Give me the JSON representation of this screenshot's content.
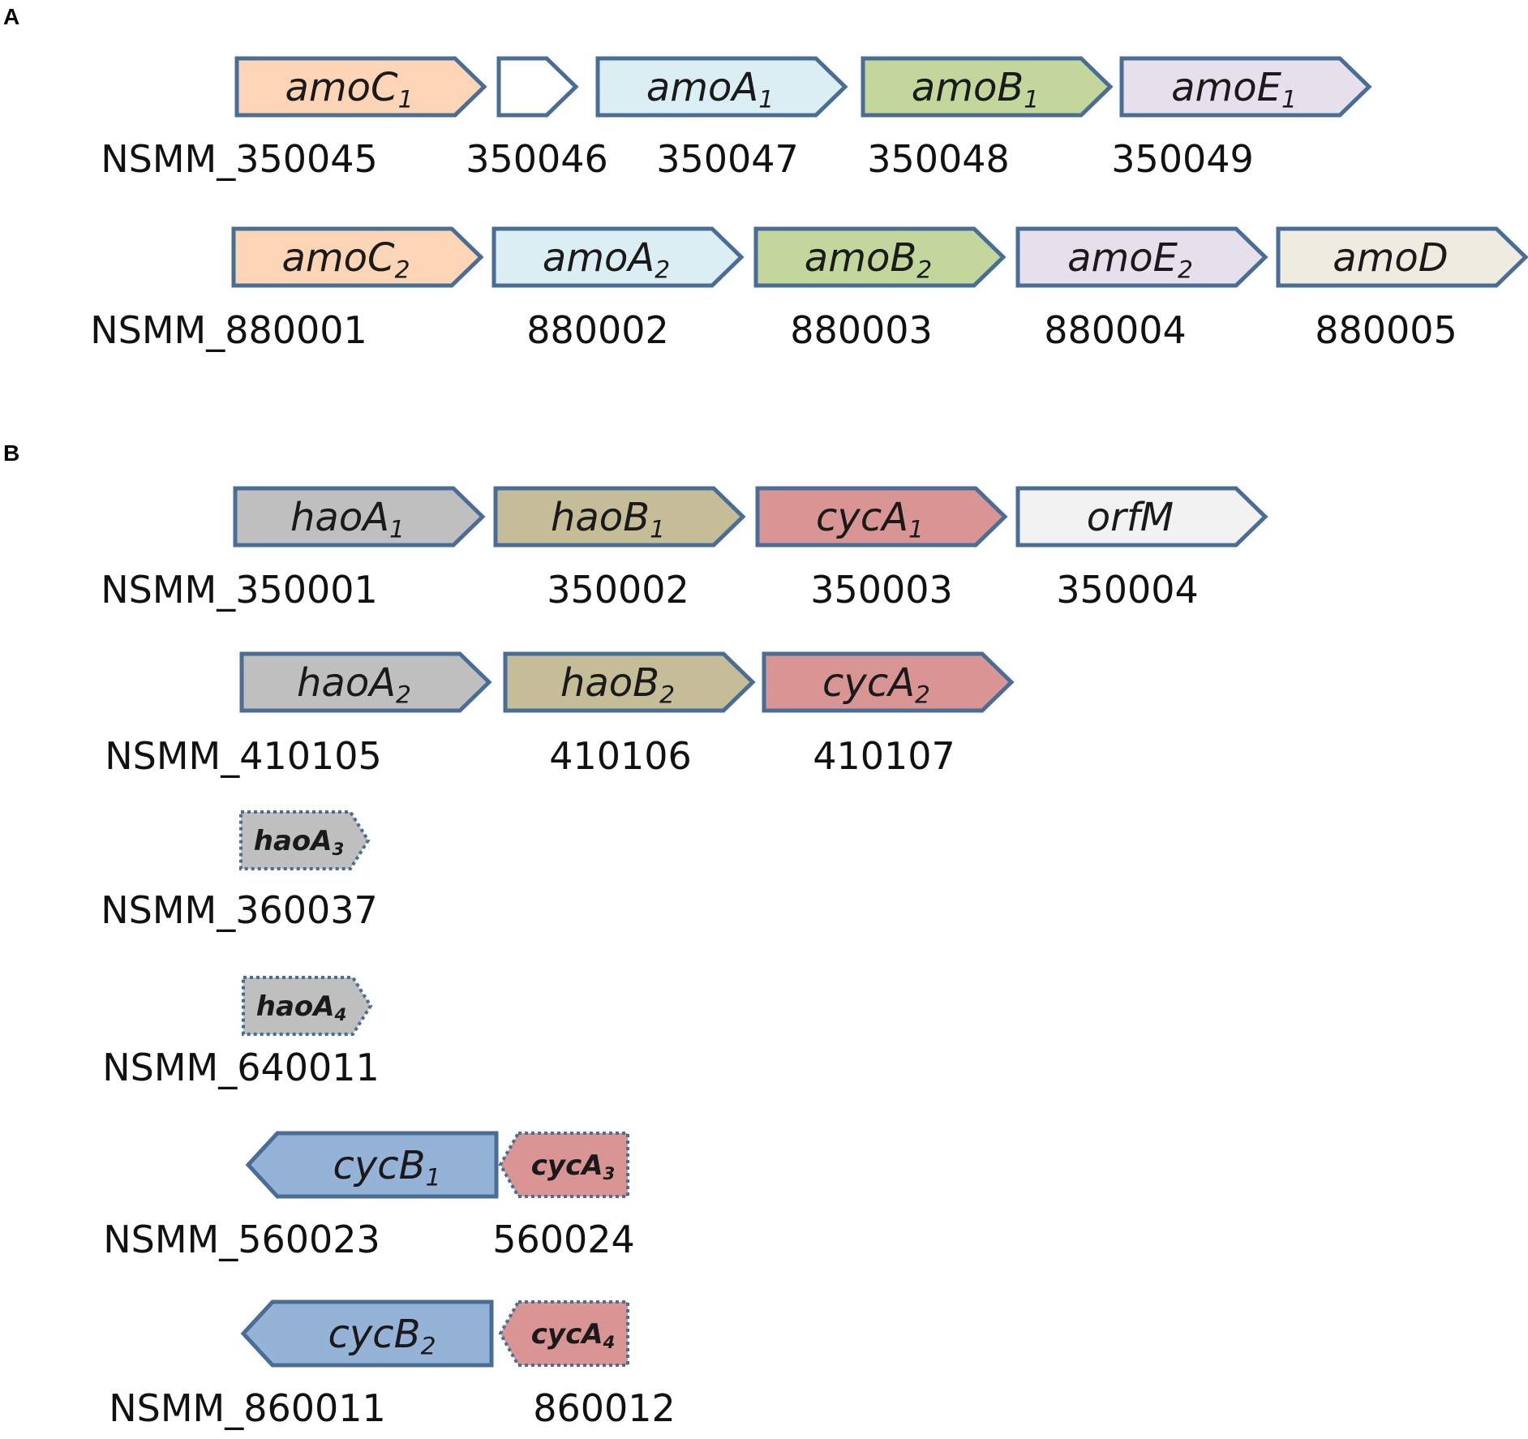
{
  "panels": [
    {
      "letter": "A",
      "rows": [
        {
          "genes": [
            {
              "name": "amoC",
              "sub": "1",
              "color": "#FBD5B5",
              "locus": "NSMM_350045"
            },
            {
              "name": "",
              "sub": "",
              "color": "#FFFFFF",
              "locus": "350046"
            },
            {
              "name": "amoA",
              "sub": "1",
              "color": "#DBEEF4",
              "locus": "350047"
            },
            {
              "name": "amoB",
              "sub": "1",
              "color": "#C3D69B",
              "locus": "350048"
            },
            {
              "name": "amoE",
              "sub": "1",
              "color": "#E5E0EC",
              "locus": "350049"
            }
          ]
        },
        {
          "genes": [
            {
              "name": "amoC",
              "sub": "2",
              "color": "#FBD5B5",
              "locus": "NSMM_880001"
            },
            {
              "name": "amoA",
              "sub": "2",
              "color": "#DBEEF4",
              "locus": "880002"
            },
            {
              "name": "amoB",
              "sub": "2",
              "color": "#C3D69B",
              "locus": "880003"
            },
            {
              "name": "amoE",
              "sub": "2",
              "color": "#E5E0EC",
              "locus": "880004"
            },
            {
              "name": "amoD",
              "sub": "",
              "color": "#EEECE1",
              "locus": "880005"
            }
          ]
        }
      ]
    },
    {
      "letter": "B",
      "rows": [
        {
          "genes": [
            {
              "name": "haoA",
              "sub": "1",
              "color": "#BFBFBF",
              "locus": "NSMM_350001"
            },
            {
              "name": "haoB",
              "sub": "1",
              "color": "#C4BD97",
              "locus": "350002"
            },
            {
              "name": "cycA",
              "sub": "1",
              "color": "#D99594",
              "locus": "350003"
            },
            {
              "name": "orfM",
              "sub": "",
              "color": "#F2F2F2",
              "locus": "350004"
            }
          ]
        },
        {
          "genes": [
            {
              "name": "haoA",
              "sub": "2",
              "color": "#BFBFBF",
              "locus": "NSMM_410105"
            },
            {
              "name": "haoB",
              "sub": "2",
              "color": "#C4BD97",
              "locus": "410106"
            },
            {
              "name": "cycA",
              "sub": "2",
              "color": "#D99594",
              "locus": "410107"
            }
          ]
        },
        {
          "genes": [
            {
              "name": "haoA",
              "sub": "3",
              "color": "#BFBFBF",
              "locus": "NSMM_360037",
              "partial": true
            }
          ]
        },
        {
          "genes": [
            {
              "name": "haoA",
              "sub": "4",
              "color": "#BFBFBF",
              "locus": "NSMM_640011",
              "partial": true
            }
          ]
        },
        {
          "genes": [
            {
              "name": "cycB",
              "sub": "1",
              "color": "#95B3D7",
              "locus": "NSMM_560023",
              "strand": "reverse"
            },
            {
              "name": "cycA",
              "sub": "3",
              "color": "#D99594",
              "locus": "560024",
              "strand": "reverse",
              "partial": true
            }
          ]
        },
        {
          "genes": [
            {
              "name": "cycB",
              "sub": "2",
              "color": "#95B3D7",
              "locus": "NSMM_860011",
              "strand": "reverse"
            },
            {
              "name": "cycA",
              "sub": "4",
              "color": "#D99594",
              "locus": "860012",
              "strand": "reverse",
              "partial": true
            }
          ]
        }
      ]
    }
  ],
  "outline_color": "#4A6D96"
}
